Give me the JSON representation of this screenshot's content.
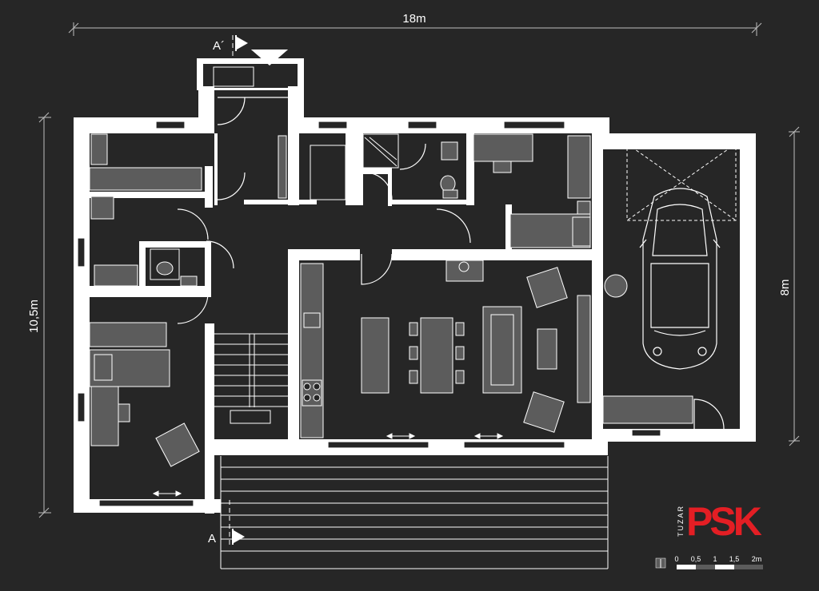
{
  "dimensions": {
    "width_label": "18m",
    "height_label": "10,5m",
    "garage_label": "8m"
  },
  "section_marks": {
    "top": "A´",
    "bottom": "A"
  },
  "logo": {
    "text": "PSK",
    "vertical_text": "TUZAR"
  },
  "scale_bar": {
    "ticks": [
      "0",
      "0,5",
      "1",
      "1,5",
      "2m"
    ]
  },
  "colors": {
    "background": "#262626",
    "wall": "#ffffff",
    "furniture": "#5c5c5c",
    "logo": "#e31e24"
  }
}
